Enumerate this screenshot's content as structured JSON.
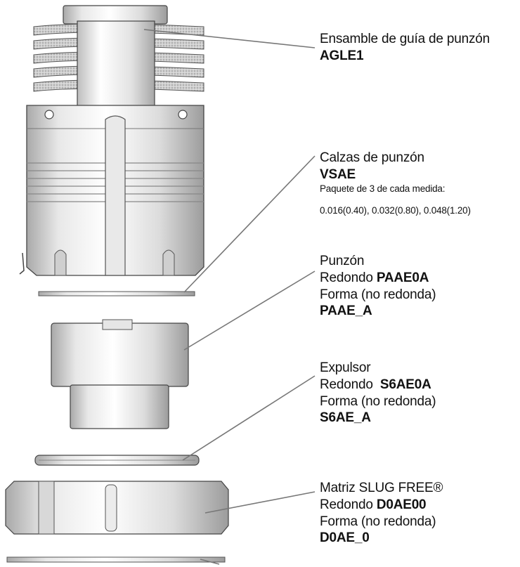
{
  "callouts": {
    "guide": {
      "name": "Ensamble de guía de punzón",
      "code": "AGLE1"
    },
    "shims": {
      "name": "Calzas de punzón",
      "code": "VSAE",
      "note1": "Paquete de 3 de cada medida:",
      "note2": "0.016(0.40), 0.032(0.80), 0.048(1.20)"
    },
    "punch": {
      "name": "Punzón",
      "round_prefix": "Redondo ",
      "round_code": "PAAE0A",
      "shape_text": "Forma (no redonda)",
      "shape_code": "PAAE_A"
    },
    "stripper": {
      "name": "Expulsor",
      "round_prefix": "Redondo  ",
      "round_code": "S6AE0A",
      "shape_text": "Forma (no redonda)",
      "shape_code": "S6AE_A"
    },
    "die": {
      "name": "Matriz SLUG FREE®",
      "round_prefix": "Redondo ",
      "round_code": "D0AE00",
      "shape_text": "Forma (no redonda)",
      "shape_code": "D0AE_0"
    }
  },
  "colors": {
    "metal_light": "#f2f2f2",
    "metal_mid": "#c9c9c9",
    "metal_dark": "#8c8c8c",
    "outline": "#444444",
    "spring": "#9a9a9a",
    "leader": "#777777"
  }
}
